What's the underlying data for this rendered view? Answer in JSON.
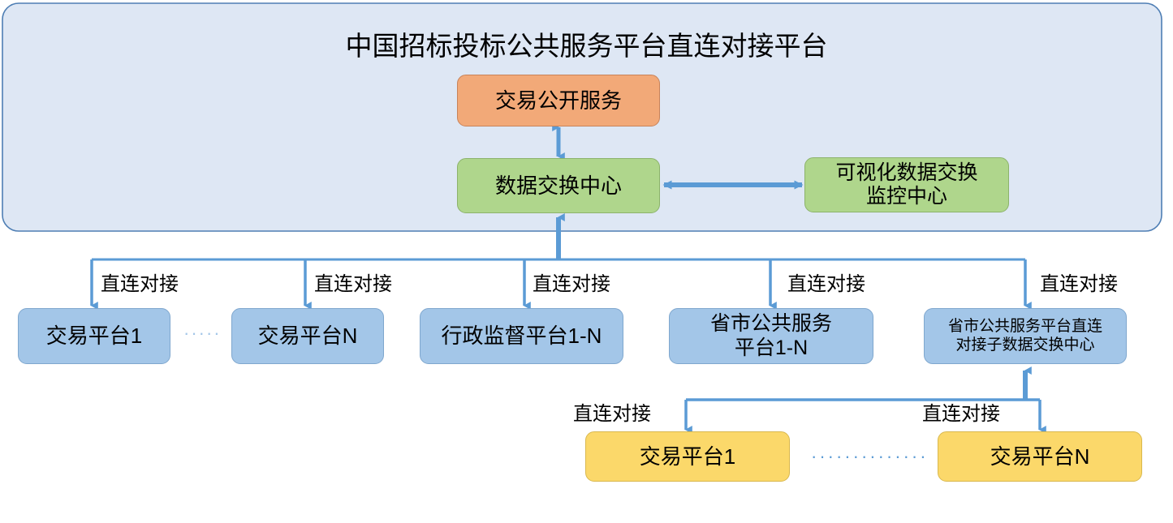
{
  "diagram": {
    "title": "中国招标投标公共服务平台直连对接平台",
    "panel": {
      "name": "platform-container",
      "background": "#DEE7F4",
      "border": "#4E7EB4"
    },
    "colors": {
      "orange": "#F2A978",
      "green": "#AFD68C",
      "blue": "#A3C6E8",
      "yellow": "#FBD86A",
      "connector": "#5B9BD5",
      "panel_fill": "#DEE7F4",
      "panel_stroke": "#4E7EB4"
    },
    "nodes": {
      "trade_public_service": "交易公开服务",
      "data_exchange_center": "数据交换中心",
      "visual_monitor_center_line1": "可视化数据交换",
      "visual_monitor_center_line2": "监控中心",
      "trade_platform_1": "交易平台1",
      "trade_platform_n": "交易平台N",
      "admin_supervise_platform": "行政监督平台1-N",
      "province_city_public_line1": "省市公共服务",
      "province_city_public_line2": "平台1-N",
      "province_sub_center_line1": "省市公共服务平台直连",
      "province_sub_center_line2": "对接子数据交换中心",
      "sub_trade_platform_1": "交易平台1",
      "sub_trade_platform_n": "交易平台N"
    },
    "edge_labels": {
      "direct_connect_1": "直连对接",
      "direct_connect_2": "直连对接",
      "direct_connect_3": "直连对接",
      "direct_connect_4": "直连对接",
      "direct_connect_5": "直连对接",
      "direct_connect_6": "直连对接",
      "direct_connect_7": "直连对接"
    },
    "ellipsis": {
      "top_row": "·····",
      "bottom_row": "··············"
    }
  }
}
